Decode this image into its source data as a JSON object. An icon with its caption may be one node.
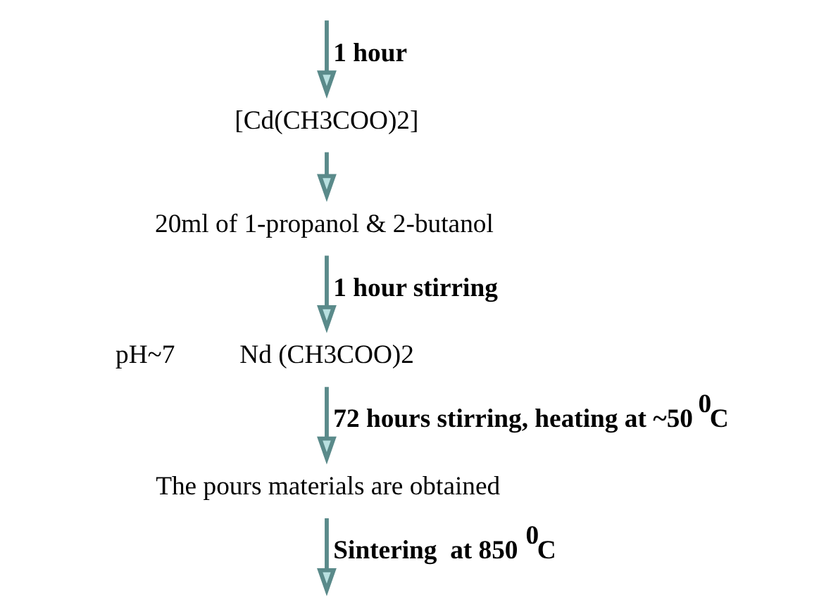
{
  "diagram": {
    "nodes": [
      {
        "text": [
          "[Cd(CH3COO)2]"
        ]
      },
      {
        "text": [
          "20ml of 1-propanol & 2-butanol"
        ]
      },
      {
        "text": [
          "Nd (CH3COO)2"
        ]
      },
      {
        "text": [
          "The pours materials are obtained"
        ]
      }
    ],
    "edges": [
      {
        "from": null,
        "to": 0,
        "arrow": "to",
        "label": "1 hour"
      },
      {
        "from": 0,
        "to": 1,
        "arrow": "to"
      },
      {
        "from": 1,
        "to": 2,
        "arrow": "to",
        "label": "1 hour stirring"
      },
      {
        "from": 2,
        "to": 3,
        "arrow": "to",
        "label": "72 hours stirring, heating at ~50$^{0}$C"
      },
      {
        "from": 3,
        "to": null,
        "arrow": "to",
        "label": "Sintering  at 850$^{0}$C"
      }
    ],
    "labels": [
      "pH~7"
    ]
  }
}
